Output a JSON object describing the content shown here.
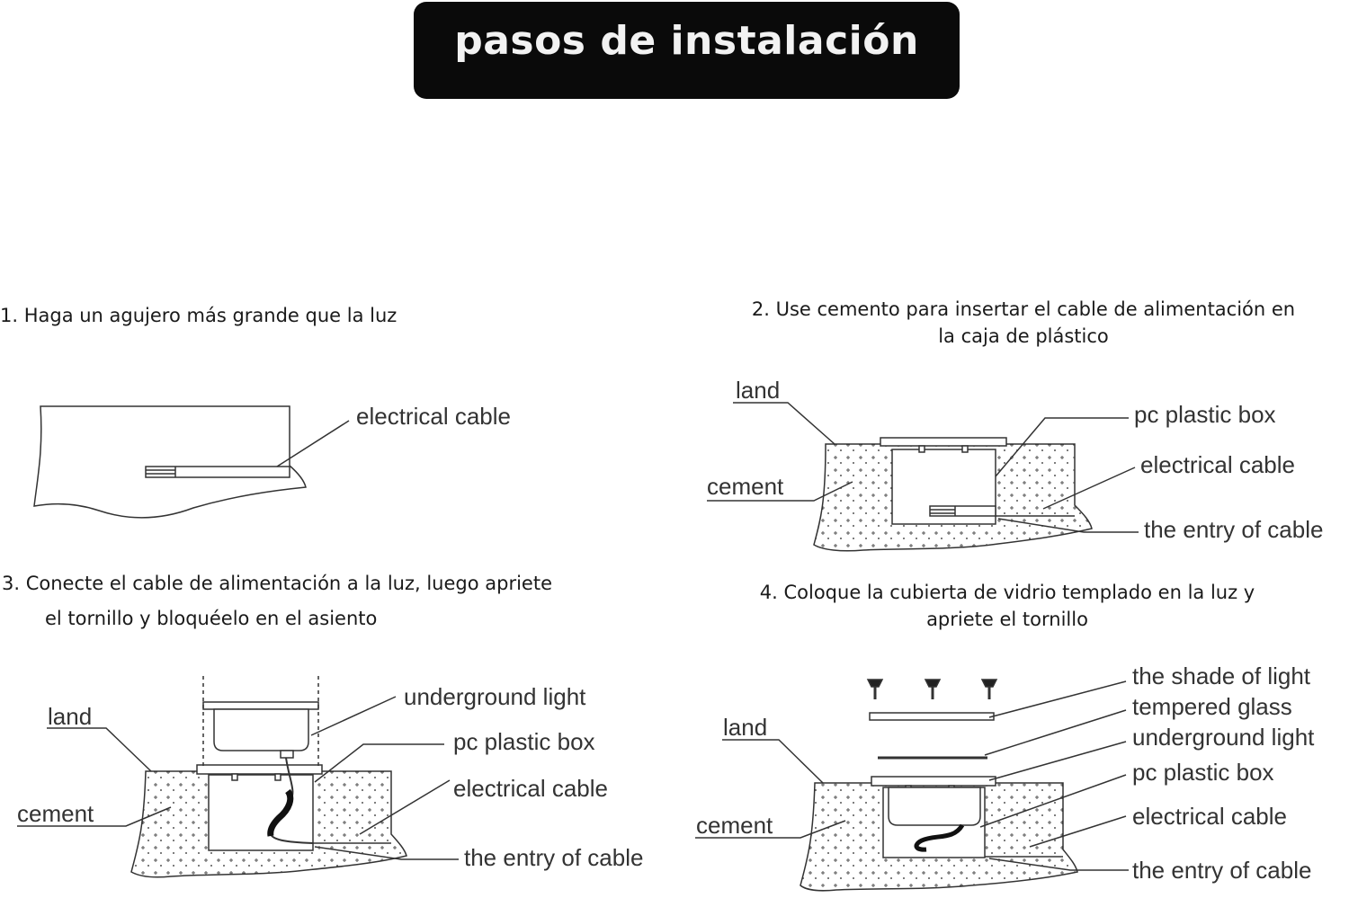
{
  "title": "pasos de instalación",
  "steps": [
    {
      "lines": [
        "1. Haga un agujero más grande que la luz"
      ]
    },
    {
      "lines": [
        "2. Use cemento para insertar el cable de alimentación en",
        "la caja de plástico"
      ]
    },
    {
      "lines": [
        "3. Conecte el cable de alimentación a la luz, luego apriete",
        "el tornillo y bloquéelo en el asiento"
      ]
    },
    {
      "lines": [
        "4. Coloque la cubierta de vidrio templado en la luz y",
        "apriete el tornillo"
      ]
    }
  ],
  "labels": {
    "electrical_cable": "electrical cable",
    "land": "land",
    "cement": "cement",
    "pc_plastic_box": "pc plastic box",
    "entry_of_cable": "the entry of cable",
    "underground_light": "underground  light",
    "shade_of_light": "the shade of light",
    "tempered_glass": "tempered glass"
  }
}
